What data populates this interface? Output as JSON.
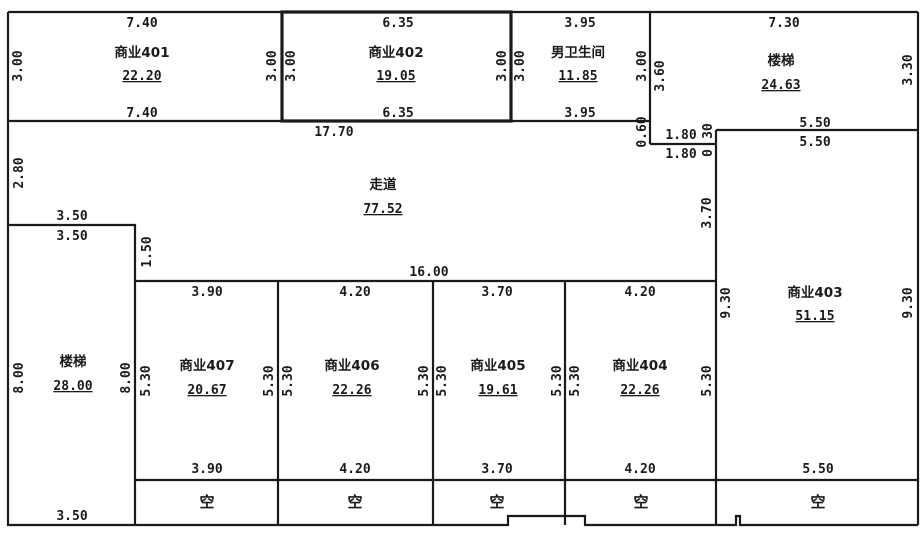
{
  "rooms": [
    {
      "id": "r401",
      "name": "商业401",
      "area": "22.20"
    },
    {
      "id": "r402",
      "name": "商业402",
      "area": "19.05"
    },
    {
      "id": "wc",
      "name": "男卫生间",
      "area": "11.85"
    },
    {
      "id": "stairNE",
      "name": "楼梯",
      "area": "24.63"
    },
    {
      "id": "corridor",
      "name": "走道",
      "area": "77.52"
    },
    {
      "id": "stairW",
      "name": "楼梯",
      "area": "28.00"
    },
    {
      "id": "r403",
      "name": "商业403",
      "area": "51.15"
    },
    {
      "id": "r407",
      "name": "商业407",
      "area": "20.67"
    },
    {
      "id": "r406",
      "name": "商业406",
      "area": "22.26"
    },
    {
      "id": "r405",
      "name": "商业405",
      "area": "19.61"
    },
    {
      "id": "r404",
      "name": "商业404",
      "area": "22.26"
    }
  ],
  "voids": [
    "空",
    "空",
    "空",
    "空",
    "空"
  ],
  "dims": {
    "h": [
      {
        "id": "t401",
        "v": "7.40"
      },
      {
        "id": "b401",
        "v": "7.40"
      },
      {
        "id": "t402",
        "v": "6.35"
      },
      {
        "id": "b402",
        "v": "6.35"
      },
      {
        "id": "twc",
        "v": "3.95"
      },
      {
        "id": "bwc",
        "v": "3.95"
      },
      {
        "id": "tst",
        "v": "7.30"
      },
      {
        "id": "cor",
        "v": "17.70"
      },
      {
        "id": "n1",
        "v": "1.80"
      },
      {
        "id": "n2",
        "v": "1.80"
      },
      {
        "id": "t403a",
        "v": "5.50"
      },
      {
        "id": "t403b",
        "v": "5.50"
      },
      {
        "id": "swa",
        "v": "3.50"
      },
      {
        "id": "swb",
        "v": "3.50"
      },
      {
        "id": "cor2",
        "v": "16.00"
      },
      {
        "id": "t407",
        "v": "3.90"
      },
      {
        "id": "t406",
        "v": "4.20"
      },
      {
        "id": "t405",
        "v": "3.70"
      },
      {
        "id": "t404",
        "v": "4.20"
      },
      {
        "id": "b407",
        "v": "3.90"
      },
      {
        "id": "b406",
        "v": "4.20"
      },
      {
        "id": "b405",
        "v": "3.70"
      },
      {
        "id": "b404",
        "v": "4.20"
      },
      {
        "id": "b403",
        "v": "5.50"
      },
      {
        "id": "bsw",
        "v": "3.50"
      }
    ],
    "v": [
      {
        "id": "l401",
        "v": "3.00"
      },
      {
        "id": "r401",
        "v": "3.00"
      },
      {
        "id": "l402",
        "v": "3.00"
      },
      {
        "id": "r402",
        "v": "3.00"
      },
      {
        "id": "lwc",
        "v": "3.00"
      },
      {
        "id": "rwc",
        "v": "3.00"
      },
      {
        "id": "lst",
        "v": "3.60"
      },
      {
        "id": "rst",
        "v": "3.30"
      },
      {
        "id": "s060",
        "v": "0.60"
      },
      {
        "id": "cor",
        "v": "2.80"
      },
      {
        "id": "s370",
        "v": "3.70"
      },
      {
        "id": "s150",
        "v": "1.50"
      },
      {
        "id": "lsw",
        "v": "8.00"
      },
      {
        "id": "rsw",
        "v": "8.00"
      },
      {
        "id": "l407",
        "v": "5.30"
      },
      {
        "id": "r407",
        "v": "5.30"
      },
      {
        "id": "l406",
        "v": "5.30"
      },
      {
        "id": "r406",
        "v": "5.30"
      },
      {
        "id": "l405",
        "v": "5.30"
      },
      {
        "id": "r405",
        "v": "5.30"
      },
      {
        "id": "l404",
        "v": "5.30"
      },
      {
        "id": "r404",
        "v": "5.30"
      },
      {
        "id": "l403",
        "v": "9.30"
      },
      {
        "id": "r403",
        "v": "9.30"
      }
    ],
    "tiny": [
      {
        "id": "n30",
        "v": "30"
      },
      {
        "id": "n0",
        "v": "0"
      }
    ]
  }
}
